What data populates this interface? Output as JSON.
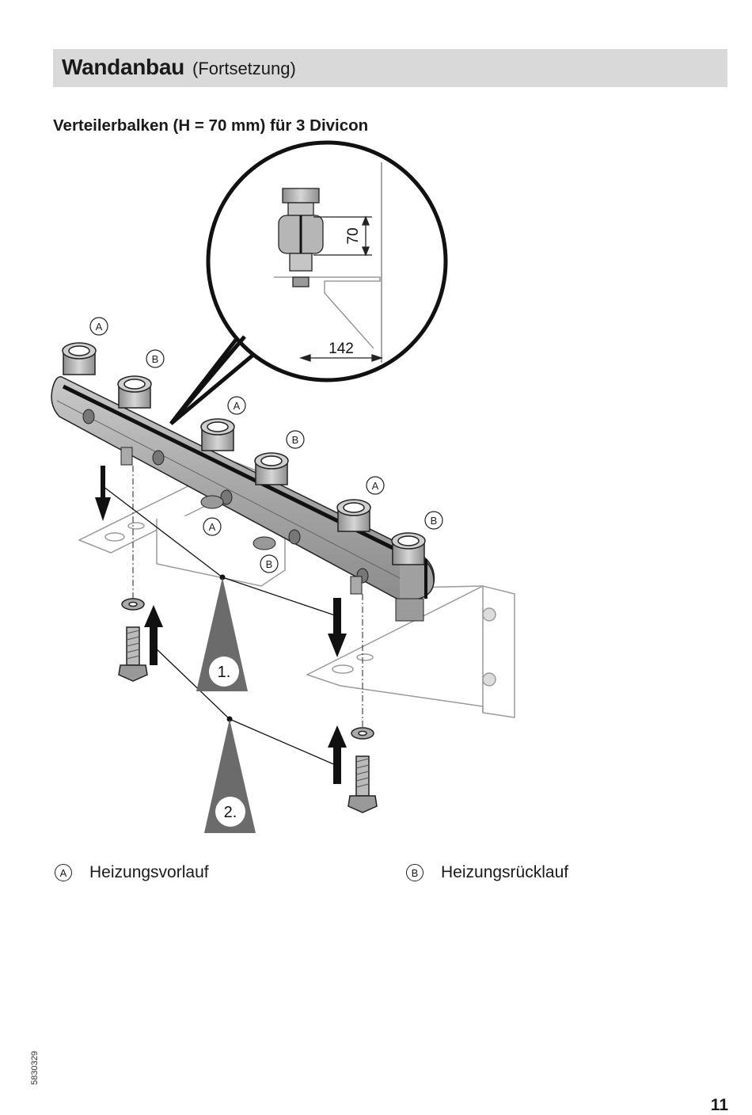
{
  "header": {
    "title": "Wandanbau",
    "subtitle": "(Fortsetzung)"
  },
  "section": {
    "heading": "Verteilerbalken (H = 70 mm) für 3 Divicon"
  },
  "figure": {
    "detail_dimension_height": "70",
    "detail_dimension_depth": "142",
    "callout_a": "A",
    "callout_b": "B",
    "step_1": "1.",
    "step_2": "2."
  },
  "legend": {
    "a": {
      "marker": "A",
      "label": "Heizungsvorlauf"
    },
    "b": {
      "marker": "B",
      "label": "Heizungsrücklauf"
    }
  },
  "footer": {
    "doc_id": "5830329",
    "page_number": "11"
  }
}
